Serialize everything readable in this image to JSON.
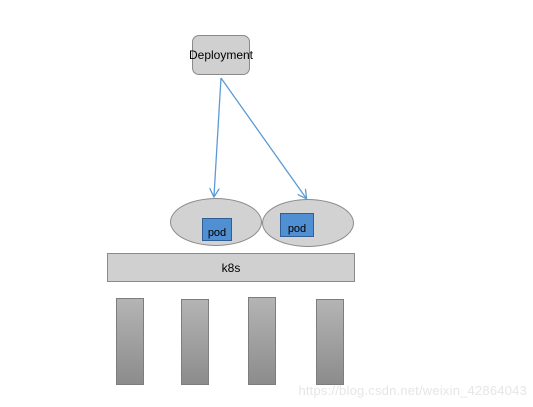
{
  "deployment": {
    "label": "Deployment"
  },
  "pods": [
    {
      "label": "pod"
    },
    {
      "label": "pod"
    }
  ],
  "cluster": {
    "label": "k8s"
  },
  "machines": [
    {},
    {},
    {},
    {}
  ],
  "watermark": "https://blog.csdn.net/weixin_42864043",
  "colors": {
    "arrow": "#5b9bd5",
    "pod_box": "#4f8fd2",
    "shape_fill": "#d0d0d0"
  }
}
